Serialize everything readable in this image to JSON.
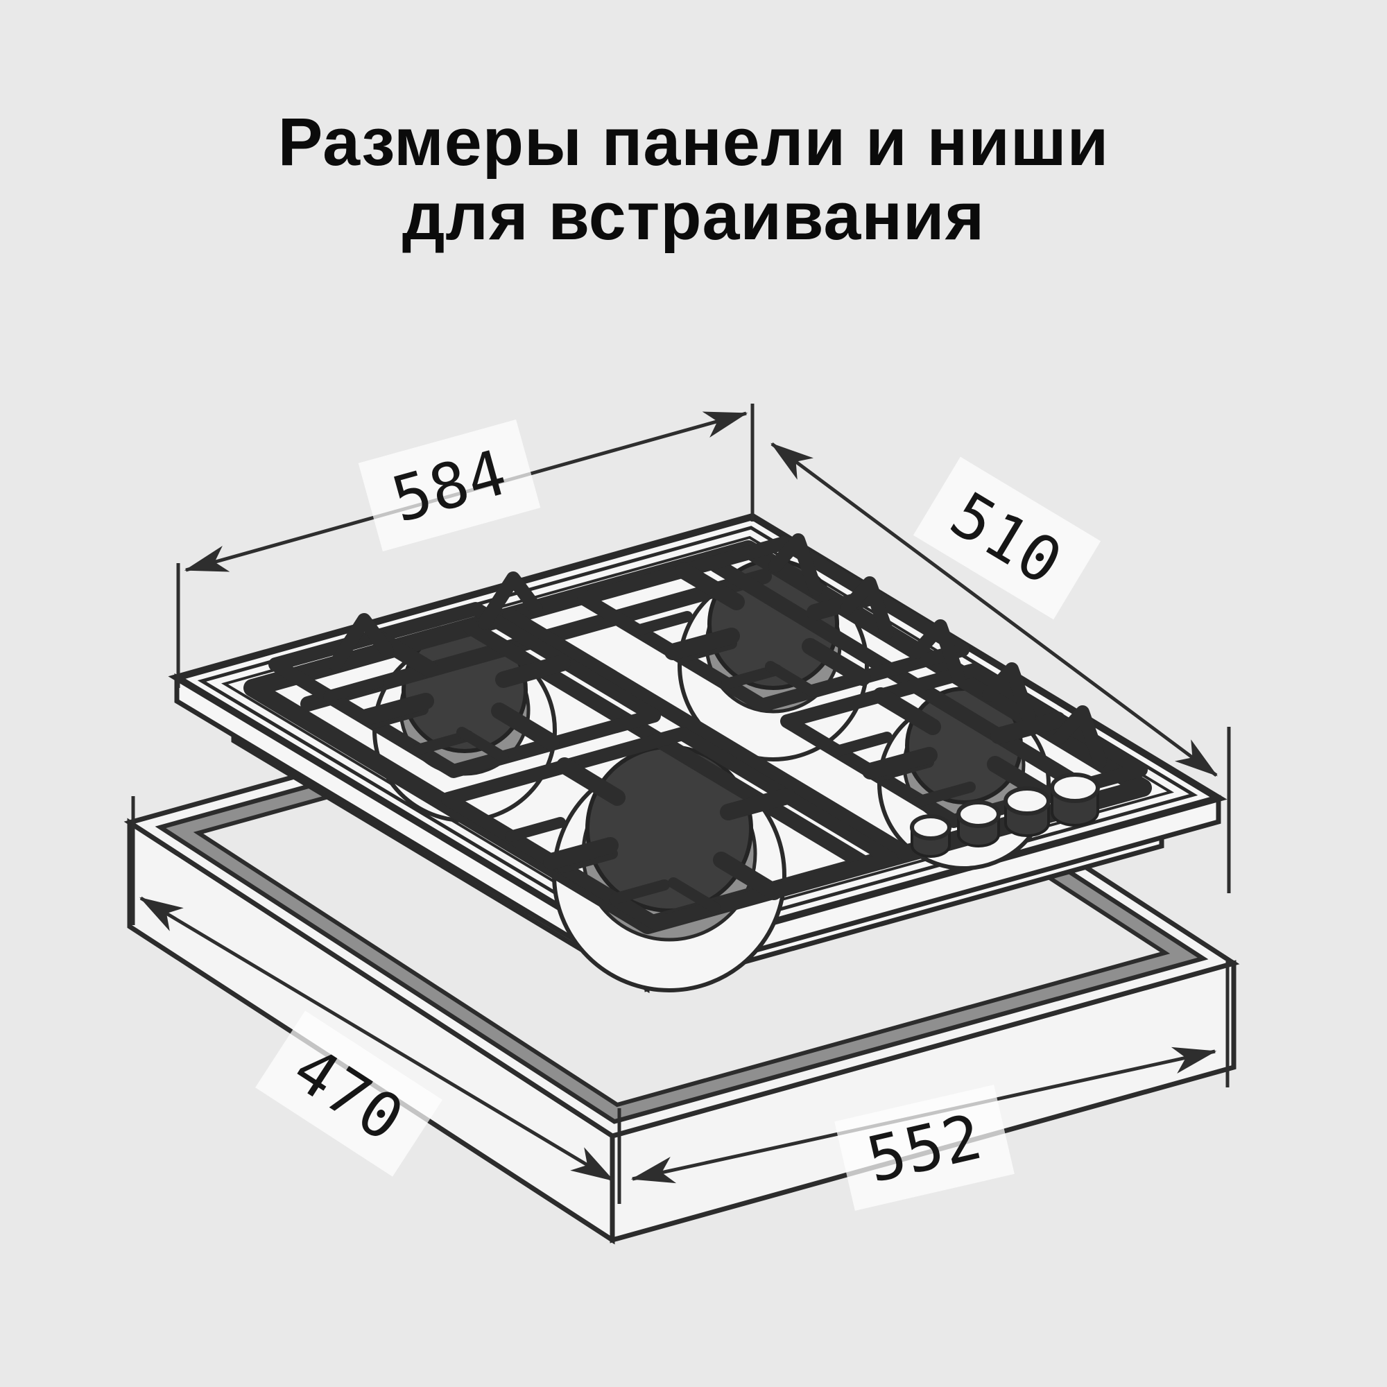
{
  "title": {
    "line1": "Размеры панели и ниши",
    "line2": "для встраивания"
  },
  "dimensions": {
    "panel_width": {
      "value": "584"
    },
    "panel_depth": {
      "value": "510"
    },
    "niche_depth": {
      "value": "470"
    },
    "niche_width": {
      "value": "552"
    }
  },
  "figure": {
    "subject": "built-in gas hob above countertop cutout",
    "burners": 4,
    "knobs": 4
  },
  "colors": {
    "background": "#e9e9e9",
    "line_dark": "#2d2d2d",
    "panel_white": "#f6f6f6",
    "shade_gray": "#8f8f8f",
    "burner_cap": "#3e3e3e",
    "title_text": "#0b0b0b"
  }
}
